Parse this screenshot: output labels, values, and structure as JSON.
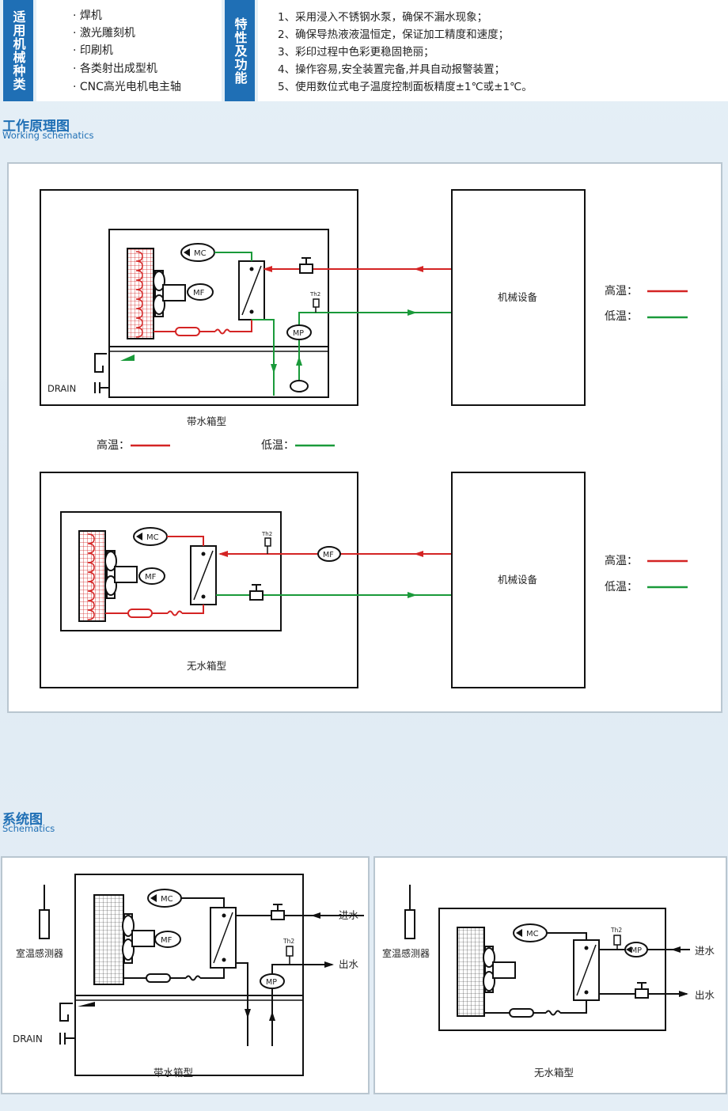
{
  "machines": {
    "label": "适用机械种类",
    "items": [
      "· 焊机",
      "· 激光雕刻机",
      "· 印刷机",
      "· 各类射出成型机",
      "· CNC高光电机电主轴"
    ]
  },
  "features": {
    "label": "特性及功能",
    "items": [
      "1、采用浸入不锈钢水泵，确保不漏水现象；",
      "2、确保导热液液温恒定，保证加工精度和速度；",
      "3、彩印过程中色彩更稳固艳丽；",
      "4、操作容易,安全装置完备,并具自动报警装置；",
      "5、使用数位式电子温度控制面板精度±1℃或±1℃。"
    ]
  },
  "working": {
    "title": "工作原理图",
    "subtitle": "Working schematics",
    "top": {
      "caption": "带水箱型",
      "equipment": "机械设备",
      "drain": "DRAIN",
      "mc": "MC",
      "mf": "MF",
      "mp": "MP",
      "th2": "Th2",
      "legend_high": "高温：",
      "legend_low": "低温：",
      "legend2_high": "高温：",
      "legend2_low": "低温："
    },
    "bottom": {
      "caption": "无水箱型",
      "equipment": "机械设备",
      "mc": "MC",
      "mf": "MF",
      "mf2": "MF",
      "th2": "Th2",
      "legend_high": "高温：",
      "legend_low": "低温："
    }
  },
  "system": {
    "title": "系统图",
    "subtitle": "Schematics",
    "left": {
      "caption": "带水箱型",
      "sensor": "室温感测器",
      "drain": "DRAIN",
      "in": "进水",
      "out": "出水",
      "mc": "MC",
      "mf": "MF",
      "mp": "MP",
      "th2": "Th2"
    },
    "right": {
      "caption": "无水箱型",
      "sensor": "室温感测器",
      "in": "进水",
      "out": "出水",
      "mc": "MC",
      "mp": "MP",
      "th2": "Th2"
    }
  },
  "colors": {
    "high": "#d42424",
    "low": "#1a9a3a",
    "accent": "#1f6fb5"
  }
}
